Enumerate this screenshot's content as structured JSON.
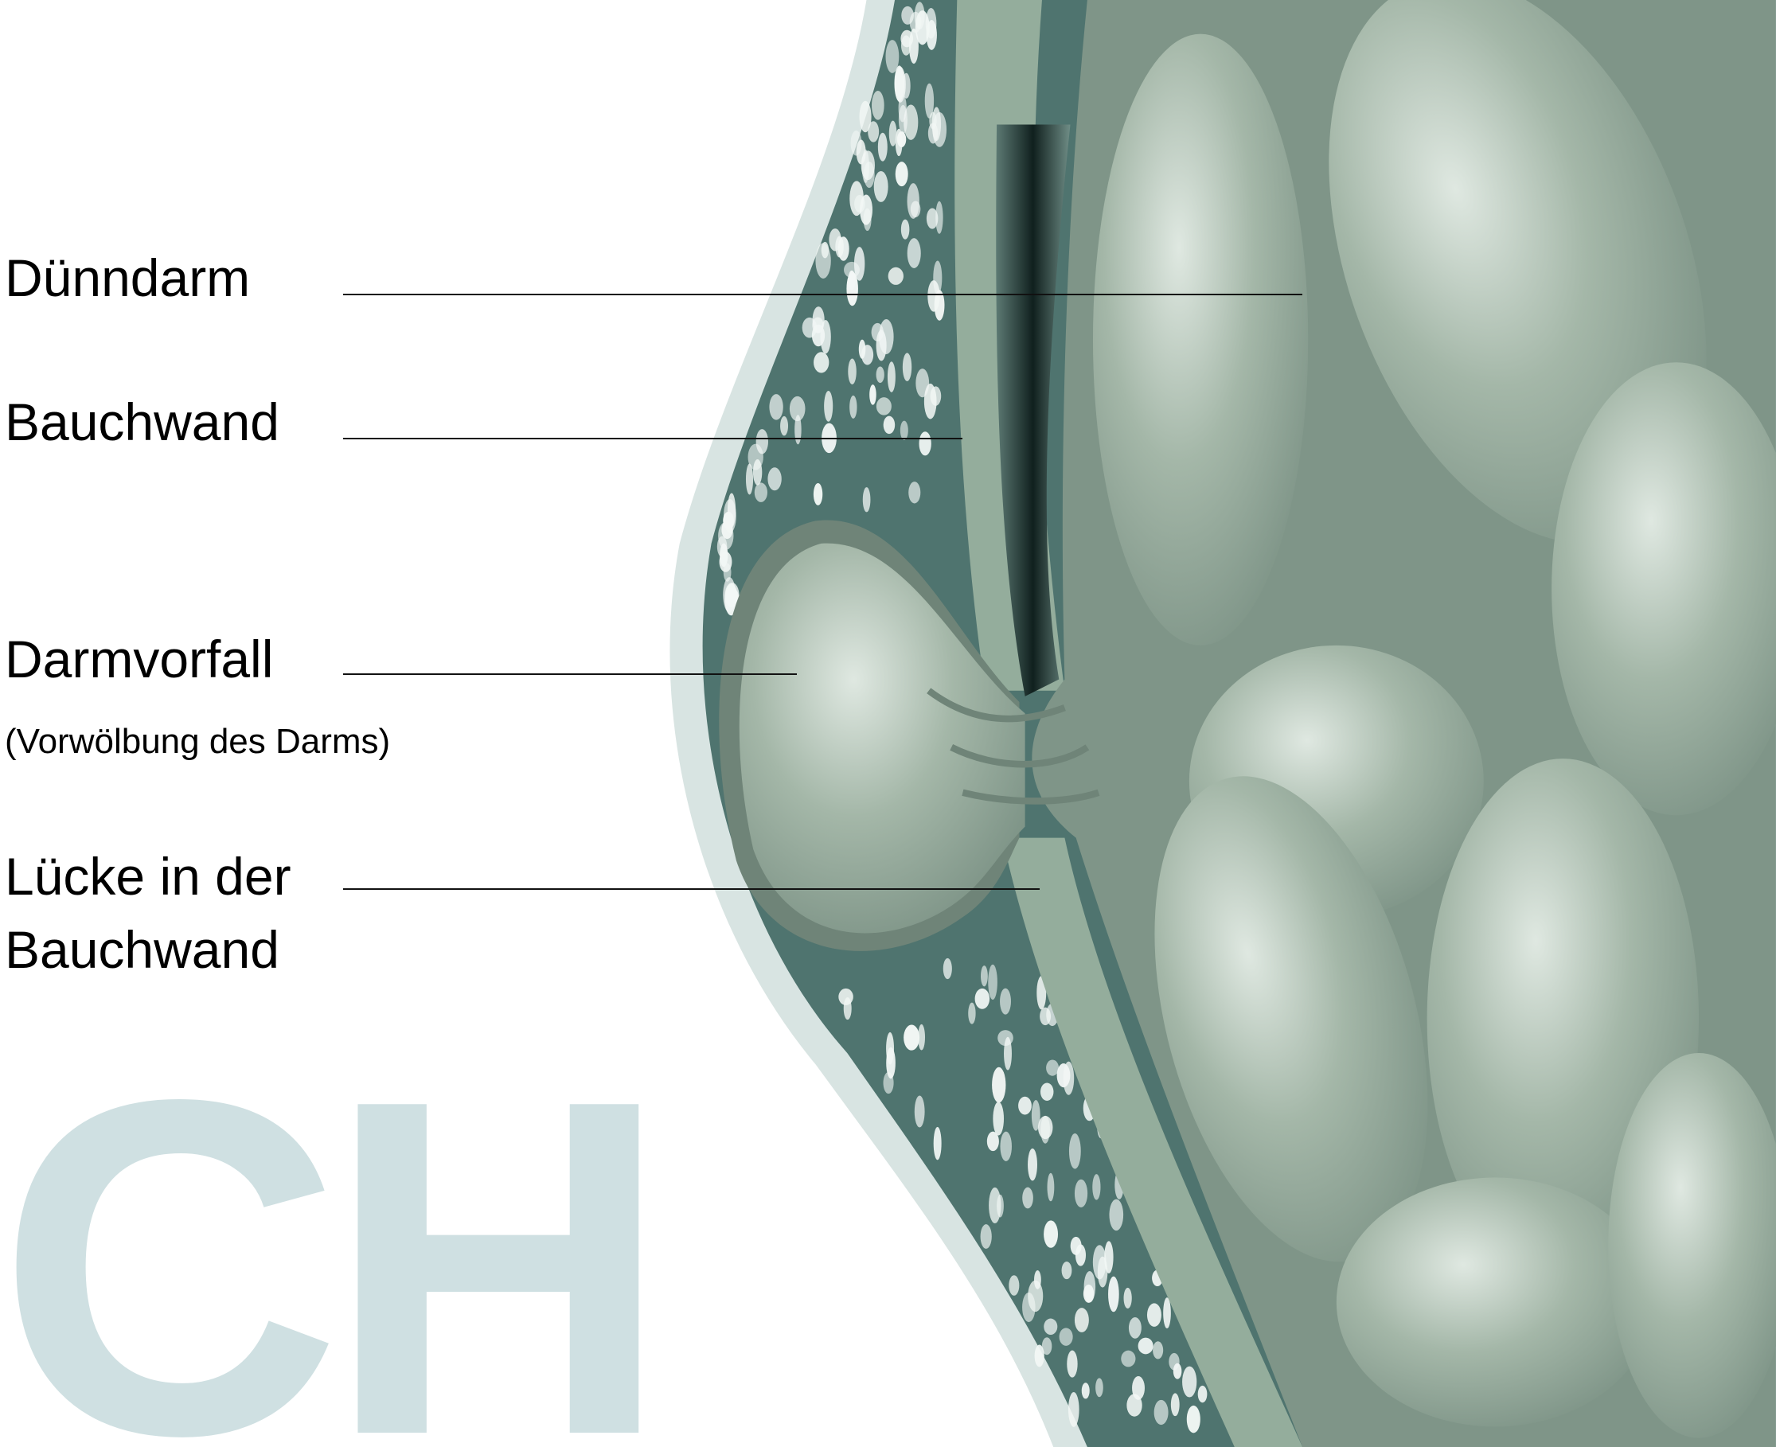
{
  "labels": {
    "small_intestine": "Dünndarm",
    "abdominal_wall": "Bauchwand",
    "prolapse": "Darmvorfall",
    "prolapse_note": "(Vorwölbung des Darms)",
    "gap_line1": "Lücke in der",
    "gap_line2": "Bauchwand"
  },
  "watermark": "CH",
  "colors": {
    "halo": "#d8e4e2",
    "fat": "#4f746f",
    "wall": "#94ad9c",
    "cavity": "#1f2f2d",
    "intestine": "#9db1a2",
    "intestine_shadow": "#788e82",
    "watermark": "#cfe0e2"
  }
}
